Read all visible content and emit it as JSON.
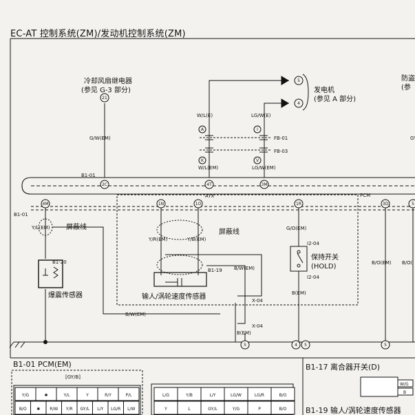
{
  "title": "EC-AT 控制系统(ZM)/发动机控制系统(ZM)",
  "fan_relay": {
    "label": "冷却风扇继电器",
    "ref": "(参见 G-3 部分)",
    "terminal": "21",
    "wire": "G/W(EM)"
  },
  "generator": {
    "label": "发电机",
    "ref": "(参见 A 部分)",
    "t5": "5",
    "t4": "4"
  },
  "partial_right": {
    "line1": "防盗",
    "line2": "(参"
  },
  "wires": {
    "wl_e": "W/L(E)",
    "lgw_e": "LG/W(E)",
    "wl_em": "W/L(EM)",
    "lgw_em": "LG/W(EM)",
    "fb01": "FB-01",
    "fb03": "FB-03",
    "yl_em": "Y/L(EM)",
    "yr_em": "Y/R(EM)",
    "yb_em": "Y/B(EM)",
    "bw_em": "B/W(EM)",
    "bw_em2": "B/W(EM)",
    "go_em": "G/O(EM)",
    "b_em": "B(EM)",
    "b_em2": "B(EM)",
    "bo_em": "B/O(EM)",
    "bo_em2": "B/O(",
    "gy": "GY"
  },
  "connectors": {
    "a": "A",
    "i": "I",
    "k": "K",
    "v": "V",
    "c2": "2C",
    "t4": "4T",
    "m3": "3M",
    "m4": "4M",
    "n1": "1N",
    "o1": "1O",
    "r1": "1R",
    "d3": "3D",
    "t5": "5",
    "t45": "4",
    "t55": "5",
    "t5b": "5",
    "t6": "5"
  },
  "codes": {
    "b101": "B1-01",
    "b101b": "B1-01",
    "b120": "B1-20",
    "b119": "B1-19",
    "i204": "I2-04",
    "i204b": "I2-04",
    "x04": "X-04",
    "x04b": "X-04"
  },
  "pcm": "PCM",
  "atx": "ATX",
  "shield": "屏蔽线",
  "shield2": "屏蔽线",
  "knock_sensor": "爆震传感器",
  "turbine_sensor": "输人/涡轮速度传感器",
  "hold_switch": {
    "line1": "保持开关",
    "line2": "(HOLD)"
  },
  "bottom": {
    "pcm_title": "B1-01 PCM(EM)",
    "pcm_gyb": "[GY/B]",
    "clutch_title": "B1-17 离合器开关(D)",
    "clutch_wg": "W/G",
    "clutch_b": "B",
    "bottom_partial": "B1-19 输人/涡轮速度传感器",
    "row1_a": [
      "Y/G",
      "✱",
      "Y/L",
      "Y",
      "R/Y",
      "P/L"
    ],
    "row2_a": [
      "B/O",
      "✱",
      "R/W",
      "Y/R",
      "GY/L",
      "L/Y",
      "LG/R",
      "L/W"
    ],
    "row1_b": [
      "L/G",
      "Y/B",
      "L/Y",
      "LG/W",
      "LG/R",
      "B/O"
    ],
    "row2_b": [
      "Y",
      "L",
      "GY/L",
      "Y/G",
      "P",
      "B/O"
    ]
  }
}
